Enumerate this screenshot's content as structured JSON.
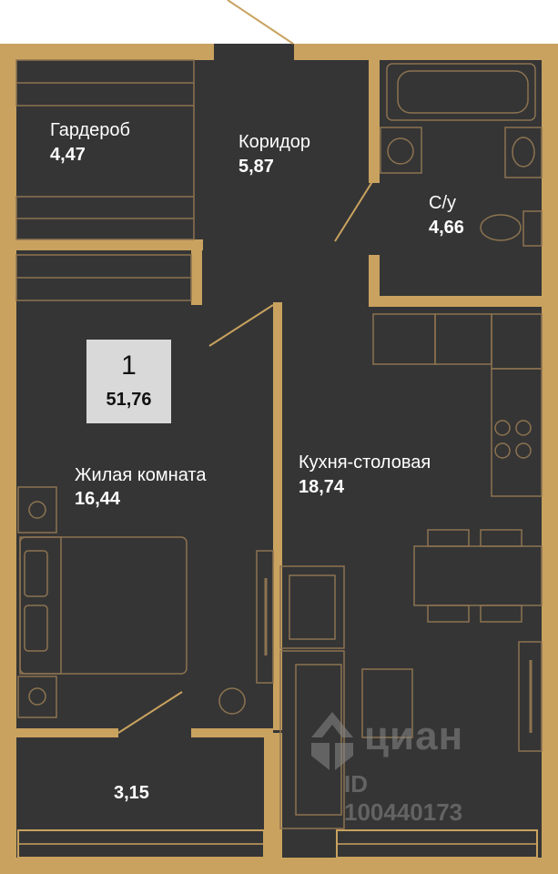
{
  "plan": {
    "summary": {
      "rooms": "1",
      "total_area": "51,76"
    },
    "rooms": {
      "wardrobe": {
        "name": "Гардероб",
        "area": "4,47"
      },
      "corridor": {
        "name": "Коридор",
        "area": "5,87"
      },
      "bathroom": {
        "name": "С/у",
        "area": "4,66"
      },
      "living_room": {
        "name": "Жилая комната",
        "area": "16,44"
      },
      "kitchen_dining": {
        "name": "Кухня-столовая",
        "area": "18,74"
      },
      "balcony": {
        "area": "3,15"
      }
    },
    "colors": {
      "wall": "#c9a25f",
      "floor": "#353535",
      "line": "#b58f55"
    }
  },
  "watermark": {
    "brand": "циан",
    "listing_id": "ID 100440173"
  }
}
